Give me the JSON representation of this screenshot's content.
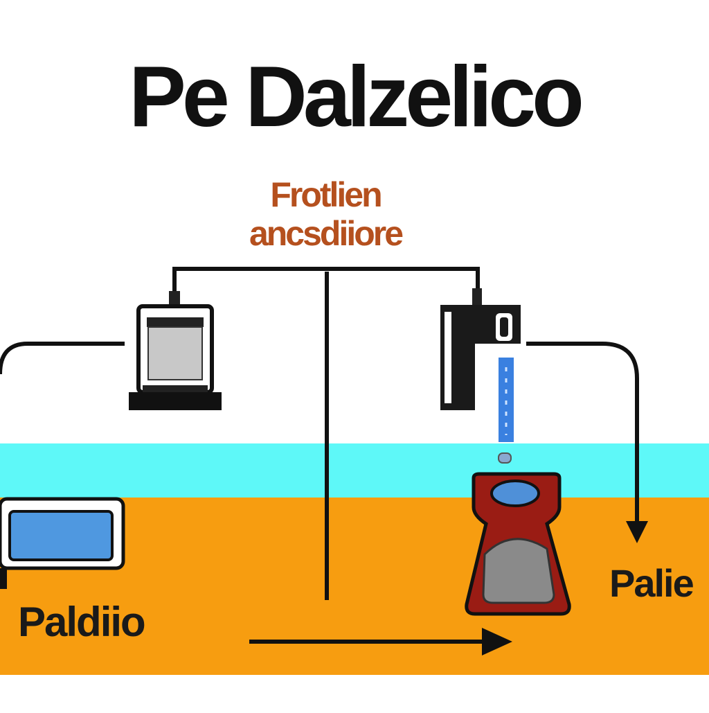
{
  "diagram": {
    "title": "Pe Dalzelico",
    "subtitle_line1": "Frotlien",
    "subtitle_line2": "ancsdiiore",
    "label_left": "Paldiio",
    "label_right": "Palie"
  },
  "colors": {
    "water": "#5ef8f8",
    "ground": "#f79d10",
    "line": "#111111",
    "subtitle": "#b5501e",
    "flask": "#9a1c14",
    "screen": "#4f98e0",
    "stream": "#3a80e0"
  }
}
